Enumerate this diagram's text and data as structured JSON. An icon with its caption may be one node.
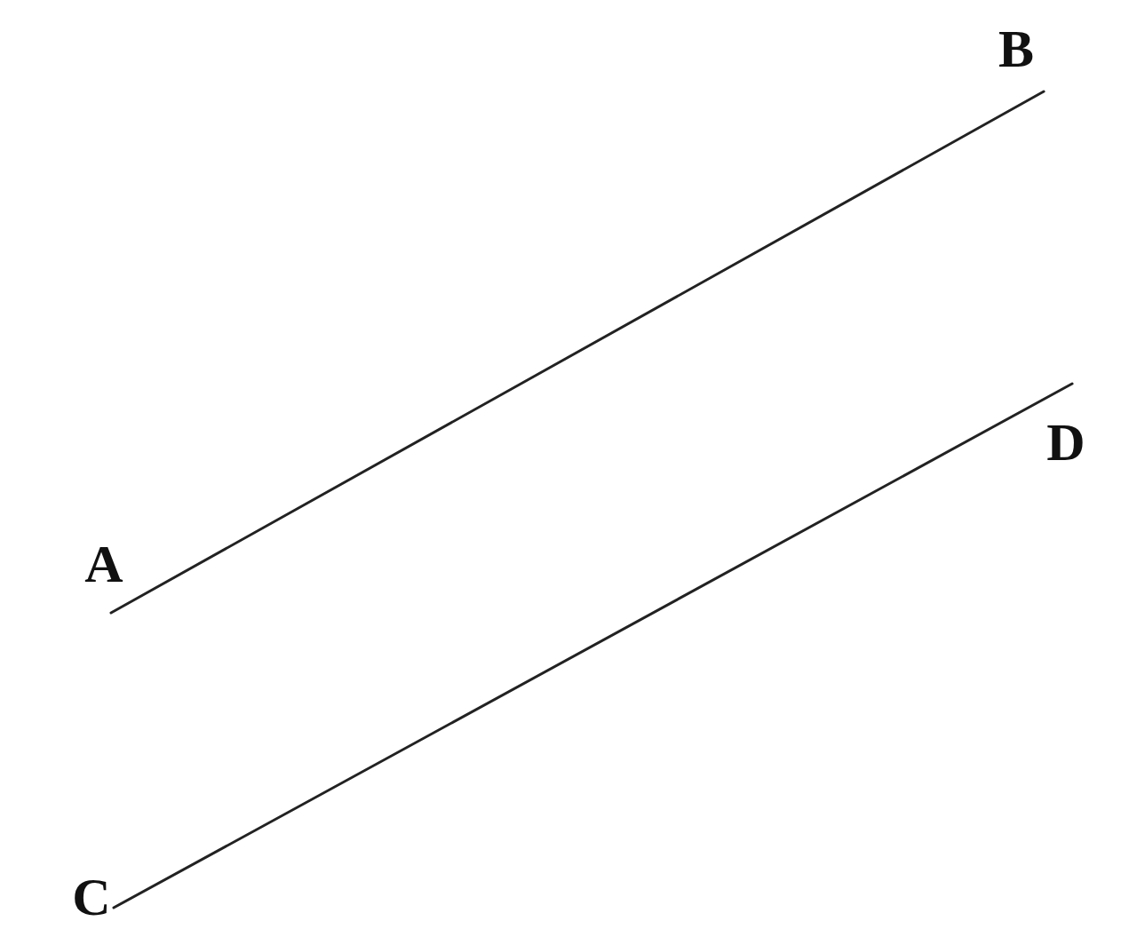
{
  "diagram": {
    "nodes": [
      {
        "text": [
          "A"
        ]
      },
      {
        "text": [
          "B"
        ]
      },
      {
        "text": [
          "C"
        ]
      },
      {
        "text": [
          "D"
        ]
      }
    ],
    "edges": [
      {
        "from": 0,
        "to": 1,
        "arrow": "none"
      },
      {
        "from": 2,
        "to": 3,
        "arrow": "none"
      }
    ]
  }
}
